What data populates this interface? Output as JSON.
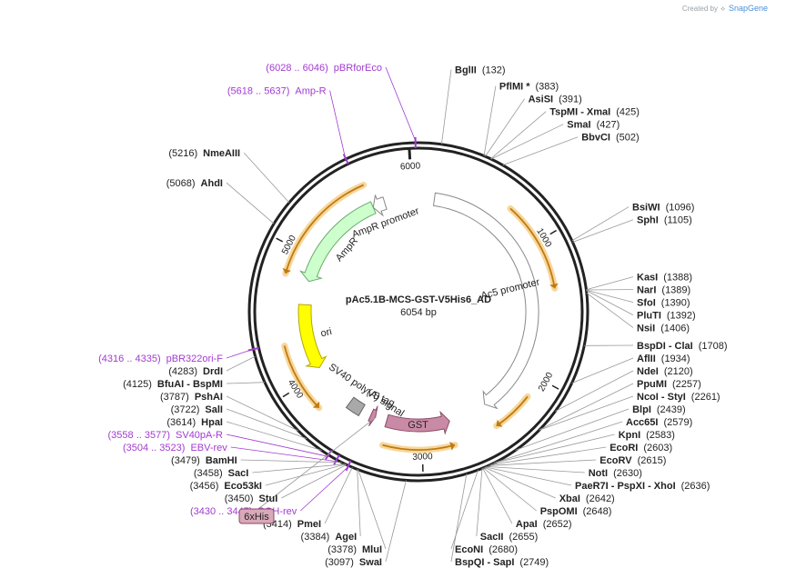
{
  "credit": {
    "prefix": "Created by",
    "brand": "SnapGene"
  },
  "plasmid": {
    "name": "pAc5.1B-MCS-GST-V5His6_AD",
    "length": "6054 bp",
    "total_bp": 6054
  },
  "ticks": [
    {
      "pos": 1000,
      "label": "1000"
    },
    {
      "pos": 2000,
      "label": "2000"
    },
    {
      "pos": 3000,
      "label": "3000"
    },
    {
      "pos": 4000,
      "label": "4000"
    },
    {
      "pos": 5000,
      "label": "5000"
    },
    {
      "pos": 6000,
      "label": "6000"
    }
  ],
  "features": [
    {
      "name": "Ac5 promoter",
      "label": "Ac5 promoter",
      "start": 135,
      "end": 2430,
      "color": "#ffffff",
      "stroke": "#888888",
      "direction": "cw"
    },
    {
      "name": "GST",
      "label": "GST",
      "start": 2760,
      "end": 3300,
      "color": "#c98aa6",
      "stroke": "#8a4a66",
      "direction": "ccw"
    },
    {
      "name": "V5 tag",
      "label": "V5 tag",
      "start": 3400,
      "end": 3442,
      "color": "#c98aa6",
      "stroke": "#8a4a66",
      "direction": "ccw"
    },
    {
      "name": "SV40 poly(A) signal",
      "label": "SV40 poly(A) signal",
      "start": 3530,
      "end": 3650,
      "color": "#a9a9a9",
      "stroke": "#666666",
      "direction": "none"
    },
    {
      "name": "ori",
      "label": "ori",
      "start": 4045,
      "end": 4600,
      "color": "#ffff00",
      "stroke": "#b5a800",
      "direction": "ccw"
    },
    {
      "name": "AmpR",
      "label": "AmpR",
      "start": 4800,
      "end": 5660,
      "color": "#ccffcc",
      "stroke": "#6aa86a",
      "direction": "ccw"
    },
    {
      "name": "AmpR promoter",
      "label": "AmpR promoter",
      "start": 5660,
      "end": 5765,
      "color": "#ffffff",
      "stroke": "#888888",
      "direction": "ccw"
    }
  ],
  "orfs": [
    {
      "start": 700,
      "end": 1350,
      "direction": "cw"
    },
    {
      "start": 2150,
      "end": 2450,
      "direction": "cw"
    },
    {
      "start": 2770,
      "end": 3280,
      "direction": "ccw"
    },
    {
      "start": 3800,
      "end": 4300,
      "direction": "ccw"
    },
    {
      "start": 4810,
      "end": 5660,
      "direction": "ccw"
    }
  ],
  "sites": [
    {
      "pos": 132,
      "name": "BglII",
      "label": "(132)"
    },
    {
      "pos": 383,
      "name": "PflMI *",
      "label": "(383)"
    },
    {
      "pos": 391,
      "name": "AsiSI",
      "label": "(391)"
    },
    {
      "pos": 425,
      "name": "TspMI - XmaI",
      "label": "(425)"
    },
    {
      "pos": 427,
      "name": "SmaI",
      "label": "(427)"
    },
    {
      "pos": 502,
      "name": "BbvCI",
      "label": "(502)"
    },
    {
      "pos": 1096,
      "name": "BsiWI",
      "label": "(1096)"
    },
    {
      "pos": 1105,
      "name": "SphI",
      "label": "(1105)"
    },
    {
      "pos": 1388,
      "name": "KasI",
      "label": "(1388)"
    },
    {
      "pos": 1389,
      "name": "NarI",
      "label": "(1389)"
    },
    {
      "pos": 1390,
      "name": "SfoI",
      "label": "(1390)"
    },
    {
      "pos": 1392,
      "name": "PluTI",
      "label": "(1392)"
    },
    {
      "pos": 1406,
      "name": "NsiI",
      "label": "(1406)"
    },
    {
      "pos": 1708,
      "name": "BspDI - ClaI",
      "label": "(1708)"
    },
    {
      "pos": 1934,
      "name": "AflII",
      "label": "(1934)"
    },
    {
      "pos": 2120,
      "name": "NdeI",
      "label": "(2120)"
    },
    {
      "pos": 2257,
      "name": "PpuMI",
      "label": "(2257)"
    },
    {
      "pos": 2261,
      "name": "NcoI - StyI",
      "label": "(2261)"
    },
    {
      "pos": 2439,
      "name": "BlpI",
      "label": "(2439)"
    },
    {
      "pos": 2579,
      "name": "Acc65I",
      "label": "(2579)"
    },
    {
      "pos": 2583,
      "name": "KpnI",
      "label": "(2583)"
    },
    {
      "pos": 2603,
      "name": "EcoRI",
      "label": "(2603)"
    },
    {
      "pos": 2615,
      "name": "EcoRV",
      "label": "(2615)"
    },
    {
      "pos": 2630,
      "name": "NotI",
      "label": "(2630)"
    },
    {
      "pos": 2636,
      "name": "PaeR7I - PspXI - XhoI",
      "label": "(2636)"
    },
    {
      "pos": 2642,
      "name": "XbaI",
      "label": "(2642)"
    },
    {
      "pos": 2648,
      "name": "PspOMI",
      "label": "(2648)"
    },
    {
      "pos": 2652,
      "name": "ApaI",
      "label": "(2652)"
    },
    {
      "pos": 2655,
      "name": "SacII",
      "label": "(2655)"
    },
    {
      "pos": 2680,
      "name": "EcoNI",
      "label": "(2680)"
    },
    {
      "pos": 2749,
      "name": "BspQI - SapI",
      "label": "(2749)"
    },
    {
      "pos": 3097,
      "name": "SwaI",
      "label": "(3097)"
    },
    {
      "pos": 3378,
      "name": "MluI",
      "label": "(3378)"
    },
    {
      "pos": 3384,
      "name": "AgeI",
      "label": "(3384)"
    },
    {
      "pos": 3414,
      "name": "PmeI",
      "label": "(3414)"
    },
    {
      "pos": 3450,
      "name": "StuI",
      "label": "(3450)"
    },
    {
      "pos": 3456,
      "name": "Eco53kI",
      "label": "(3456)"
    },
    {
      "pos": 3458,
      "name": "SacI",
      "label": "(3458)"
    },
    {
      "pos": 3479,
      "name": "BamHI",
      "label": "(3479)"
    },
    {
      "pos": 3614,
      "name": "HpaI",
      "label": "(3614)"
    },
    {
      "pos": 3722,
      "name": "SalI",
      "label": "(3722)"
    },
    {
      "pos": 3787,
      "name": "PshAI",
      "label": "(3787)"
    },
    {
      "pos": 4125,
      "name": "BfuAI - BspMI",
      "label": "(4125)"
    },
    {
      "pos": 4283,
      "name": "DrdI",
      "label": "(4283)"
    },
    {
      "pos": 5068,
      "name": "AhdI",
      "label": "(5068)"
    },
    {
      "pos": 5216,
      "name": "NmeAIII",
      "label": "(5216)"
    }
  ],
  "primers": [
    {
      "pos": 6037,
      "name": "pBRforEco",
      "label": "(6028 .. 6046)"
    },
    {
      "pos": 5627,
      "name": "Amp-R",
      "label": "(5618 .. 5637)"
    },
    {
      "pos": 4325,
      "name": "pBR322ori-F",
      "label": "(4316 .. 4335)"
    },
    {
      "pos": 3567,
      "name": "SV40pA-R",
      "label": "(3558 .. 3577)"
    },
    {
      "pos": 3513,
      "name": "EBV-rev",
      "label": "(3504 .. 3523)"
    },
    {
      "pos": 3438,
      "name": "BGH-rev",
      "label": "(3430 .. 3447)"
    }
  ],
  "his_tag": {
    "label": "6xHis",
    "pos": 3395
  }
}
